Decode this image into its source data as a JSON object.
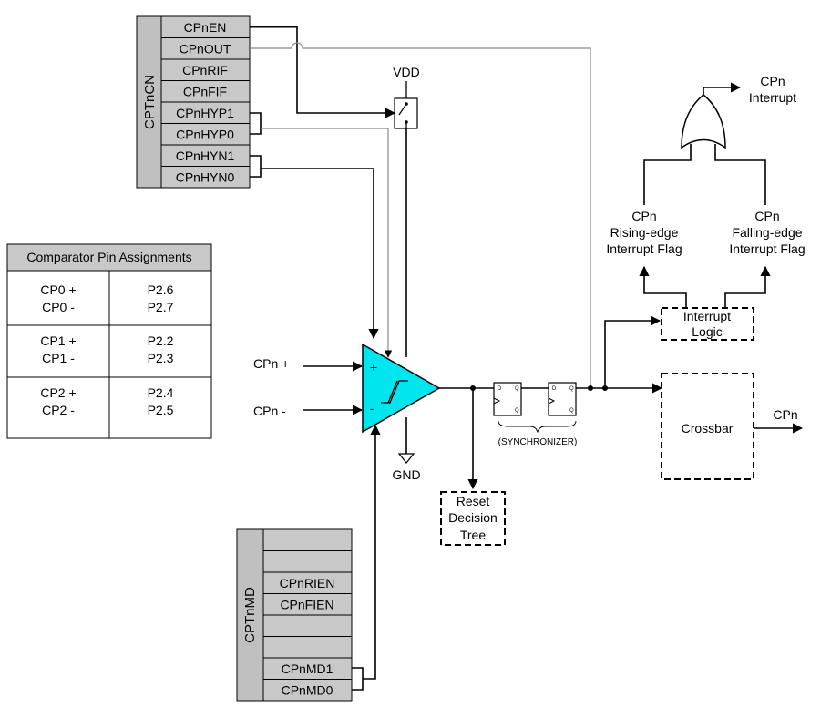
{
  "cptncn": {
    "title": "CPTnCN",
    "bits": [
      "CPnEN",
      "CPnOUT",
      "CPnRIF",
      "CPnFIF",
      "CPnHYP1",
      "CPnHYP0",
      "CPnHYN1",
      "CPnHYN0"
    ]
  },
  "cptnmd": {
    "title": "CPTnMD",
    "bits": [
      "",
      "",
      "CPnRIEN",
      "CPnFIEN",
      "",
      "",
      "CPnMD1",
      "CPnMD0"
    ]
  },
  "pin_table": {
    "title": "Comparator Pin Assignments",
    "rows": [
      {
        "cp": [
          "CP0 +",
          "CP0 -"
        ],
        "port": [
          "P2.6",
          "P2.7"
        ]
      },
      {
        "cp": [
          "CP1 +",
          "CP1 -"
        ],
        "port": [
          "P2.2",
          "P2.3"
        ]
      },
      {
        "cp": [
          "CP2 +",
          "CP2 -"
        ],
        "port": [
          "P2.4",
          "P2.5"
        ]
      }
    ]
  },
  "labels": {
    "vdd": "VDD",
    "gnd": "GND",
    "cpn_plus": "CPn +",
    "cpn_minus": "CPn -",
    "plus_sign": "+",
    "minus_sign": "-",
    "synchronizer": "(SYNCHRONIZER)",
    "reset_tree": [
      "Reset",
      "Decision",
      "Tree"
    ],
    "interrupt_logic": [
      "Interrupt",
      "Logic"
    ],
    "crossbar": "Crossbar",
    "cpn_out": "CPn",
    "rising_flag": [
      "CPn",
      "Rising-edge",
      "Interrupt Flag"
    ],
    "falling_flag": [
      "CPn",
      "Falling-edge",
      "Interrupt Flag"
    ],
    "interrupt_out": [
      "CPn",
      "Interrupt"
    ]
  },
  "colors": {
    "comparator_fill": "#00e5ee",
    "register_fill": "#c8c8c8"
  }
}
